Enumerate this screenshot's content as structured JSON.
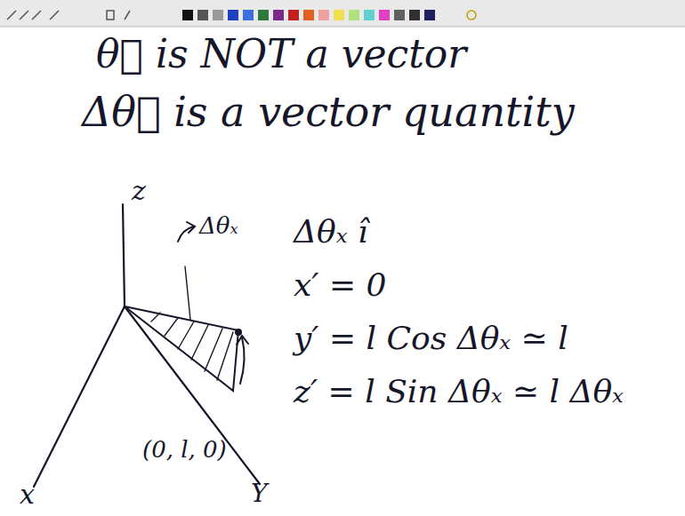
{
  "diagram": {
    "labels": [
      "θ⃗ is NOT a vector",
      "Δθ⃗ is a vector quantity",
      "z",
      "x",
      "Y",
      "Δθₓ",
      "(0, l, 0)",
      "Δθₓ î",
      "x′ = 0",
      "y′ = l Cos Δθₓ ≃ l",
      "z′ = l Sin Δθₓ ≃ l Δθₓ"
    ]
  }
}
